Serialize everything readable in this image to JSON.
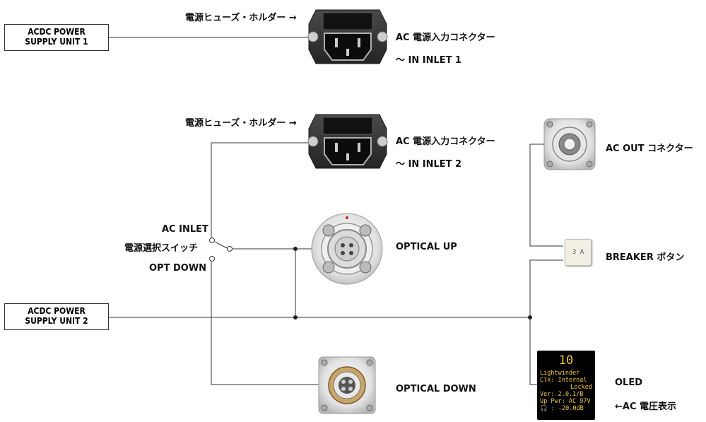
{
  "psu1": {
    "line1": "ACDC POWER",
    "line2": "SUPPLY UNIT 1"
  },
  "psu2": {
    "line1": "ACDC POWER",
    "line2": "SUPPLY UNIT 2"
  },
  "inlet1": {
    "fuse_label": "電源ヒューズ・ホルダー →",
    "connector_label": "AC 電源入力コネクター",
    "inlet_label": "〜 IN INLET 1"
  },
  "inlet2": {
    "fuse_label": "電源ヒューズ・ホルダー →",
    "connector_label": "AC 電源入力コネクター",
    "inlet_label": "〜 IN INLET 2"
  },
  "switch": {
    "label_top": "AC INLET",
    "label_mid": "電源選択スイッチ",
    "label_bottom": "OPT DOWN"
  },
  "optical_up": {
    "label": "OPTICAL UP"
  },
  "optical_down": {
    "label": "OPTICAL DOWN"
  },
  "ac_out": {
    "label": "AC OUT コネクター"
  },
  "breaker": {
    "label": "BREAKER ボタン",
    "rating": "3 A"
  },
  "oled": {
    "label": "OLED",
    "note": "←AC 電圧表示",
    "screen": {
      "big": "10",
      "line1": "Lightwinder",
      "line2": "Clk: Internal",
      "line3": "Locked",
      "line4": "Ver: 2.0.1/B",
      "line5": "Up Pwr: AC 97V",
      "line6": "🎧 : -20.0dB"
    }
  },
  "colors": {
    "line": "#333333",
    "panel_dark": "#2d2d2d",
    "oled_text": "#f3c82a",
    "red_dot": "#d0202a"
  }
}
